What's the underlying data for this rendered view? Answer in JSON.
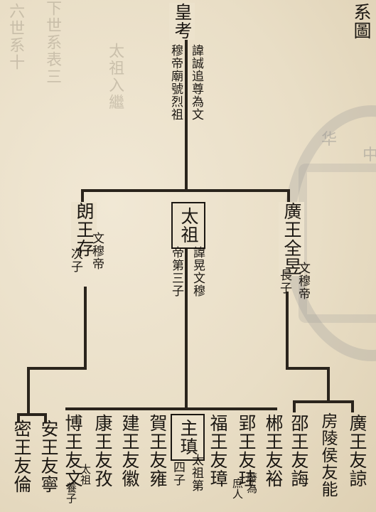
{
  "header": {
    "chart_title": "系圖"
  },
  "root": {
    "name": "皇考",
    "note_1": "諱誠追尊為文",
    "note_2": "穆帝廟號烈祖"
  },
  "gen2": {
    "left": {
      "name": "朗王存",
      "title": "文穆帝",
      "order": "次子"
    },
    "center": {
      "name": "太祖",
      "note_1": "諱晃文穆",
      "note_2": "帝第三子"
    },
    "right": {
      "name": "廣王全昱",
      "title": "文穆帝",
      "order": "長子"
    }
  },
  "gen3_left": [
    {
      "name": "密王友倫"
    },
    {
      "name": "安王友寧"
    }
  ],
  "gen3_center": [
    {
      "name": "博王友文",
      "note_1": "太祖",
      "note_2": "養子"
    },
    {
      "name": "康王友孜"
    },
    {
      "name": "建王友徽"
    },
    {
      "name": "賀王友雍"
    },
    {
      "name": "主瑱",
      "note_1": "太祖第",
      "note_2": "四子"
    },
    {
      "name": "福王友璋"
    },
    {
      "name": "郢王友珪",
      "note_1": "庶人",
      "note_2": "廢為"
    },
    {
      "name": "郴王友裕"
    }
  ],
  "gen3_right": [
    {
      "name": "邵王友誨"
    },
    {
      "name": "房陵侯友能"
    },
    {
      "name": "廣王友諒"
    }
  ],
  "seal": {
    "text_1": "华",
    "text_2": "中"
  }
}
